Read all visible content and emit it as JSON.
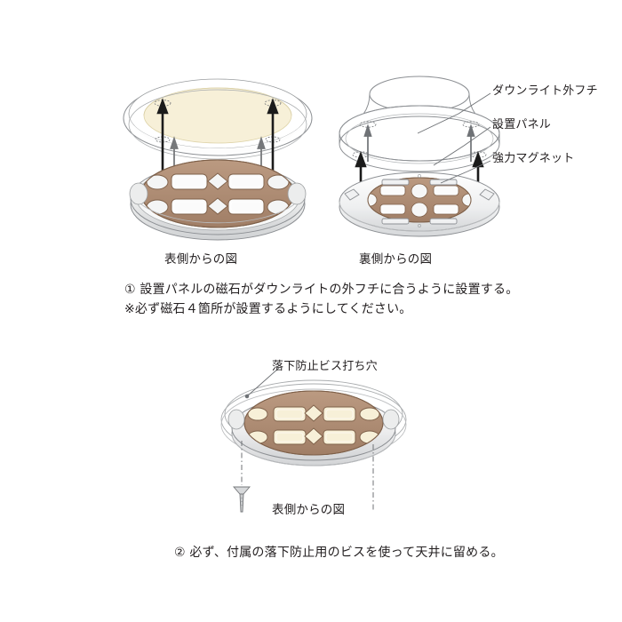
{
  "page": {
    "background_color": "#ffffff",
    "ink_color": "#231f20",
    "line_color": "#6f7276",
    "panel_brown": "#b08f76",
    "panel_brown_dark": "#8a6a52",
    "downlight_cream": "#f7f0d8",
    "metal_light": "#f2f2f3",
    "metal_shade": "#d9dadc"
  },
  "figures": {
    "top_left": {
      "name": "front-view-exploded",
      "caption": "表側からの図",
      "parts": {
        "downlight": "downlight-opening",
        "panel": "installation-panel-front"
      },
      "arrow_count": 4
    },
    "top_right": {
      "name": "rear-view-exploded",
      "caption": "裏側からの図",
      "parts": {
        "downlight": "downlight-cone-wireframe",
        "panel": "installation-panel-rear"
      },
      "arrow_count": 4
    },
    "bottom": {
      "name": "installed-front-view",
      "caption": "表側からの図",
      "callout": "落下防止ビス打ち穴",
      "screw_count": 2
    }
  },
  "callouts": {
    "downlight_rim": "ダウンライト外フチ",
    "installation_panel": "設置パネル",
    "strong_magnet": "強力マグネット"
  },
  "instructions": {
    "step1_line1": "① 設置パネルの磁石がダウンライトの外フチに合うように設置する。",
    "step1_line2": "※必ず磁石４箇所が設置するようにしてください。",
    "step2": "② 必ず、付属の落下防止用のビスを使って天井に留める。"
  }
}
